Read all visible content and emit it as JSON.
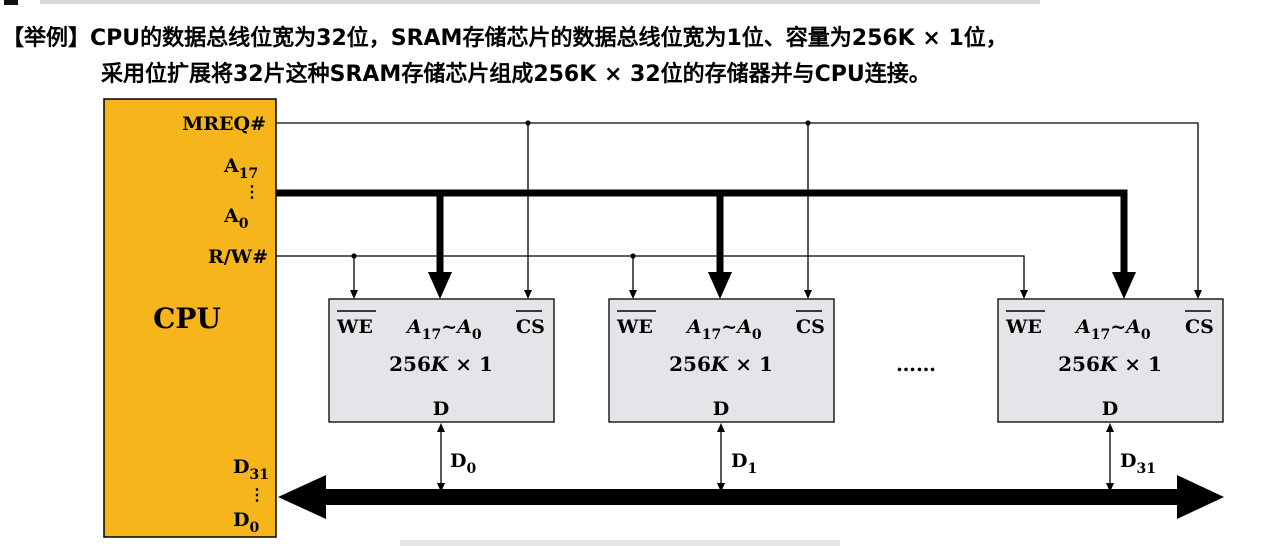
{
  "header": {
    "line1": "【举例】CPU的数据总线位宽为32位，SRAM存储芯片的数据总线位宽为1位、容量为256K × 1位，",
    "line2": "采用位扩展将32片这种SRAM存储芯片组成256K × 32位的存储器并与CPU连接。"
  },
  "cpu": {
    "name": "CPU",
    "mreq": "MREQ#",
    "addr_high_base": "A",
    "addr_high_sub": "17",
    "addr_low_base": "A",
    "addr_low_sub": "0",
    "rw": "R/W#",
    "data_high_base": "D",
    "data_high_sub": "31",
    "data_low_base": "D",
    "data_low_sub": "0",
    "dots": "⋮"
  },
  "chips": [
    {
      "we": "WE",
      "addr_a": "A",
      "addr_hi": "17",
      "tilde": "~",
      "addr_lo": "0",
      "cs": "CS",
      "capacity_num": "256",
      "capacity_k": "K",
      "capacity_rest": " × 1",
      "data": "D",
      "bus_base": "D",
      "bus_sub": "0"
    },
    {
      "we": "WE",
      "addr_a": "A",
      "addr_hi": "17",
      "tilde": "~",
      "addr_lo": "0",
      "cs": "CS",
      "capacity_num": "256",
      "capacity_k": "K",
      "capacity_rest": " × 1",
      "data": "D",
      "bus_base": "D",
      "bus_sub": "1"
    },
    {
      "we": "WE",
      "addr_a": "A",
      "addr_hi": "17",
      "tilde": "~",
      "addr_lo": "0",
      "cs": "CS",
      "capacity_num": "256",
      "capacity_k": "K",
      "capacity_rest": " × 1",
      "data": "D",
      "bus_base": "D",
      "bus_sub": "31"
    }
  ],
  "ellipsis": "……",
  "colors": {
    "cpu_fill": "#f5b51b",
    "chip_fill": "#e4e4e9",
    "line": "#000000"
  }
}
